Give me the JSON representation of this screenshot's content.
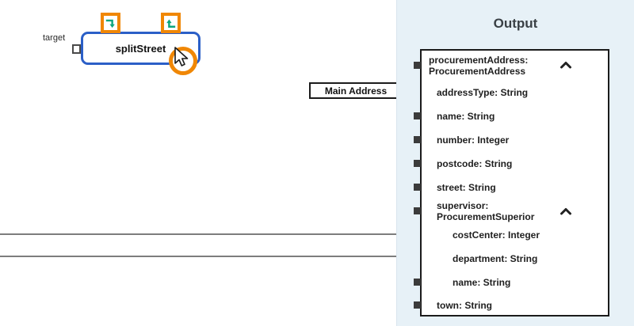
{
  "colors": {
    "panel_bg": "#E7F1F7",
    "node_border_blue": "#2B5FC7",
    "accent_orange": "#F08705",
    "accent_green": "#0BA57D",
    "connector_gray": "#7D7D7D",
    "box_border": "#1B1B1B"
  },
  "canvas": {
    "target_label": "target",
    "node": {
      "label": "splitStreet",
      "icons": [
        {
          "name": "arrow-turn-down-icon"
        },
        {
          "name": "arrow-turn-up-icon"
        }
      ],
      "cursor": "pointer-with-orange-ring"
    }
  },
  "connector": {
    "label": "Main Address"
  },
  "output": {
    "title": "Output",
    "rows": [
      {
        "label": "procurementAddress: ProcurementAddress",
        "level": 0,
        "anchor": "square",
        "expanded": true
      },
      {
        "label": "addressType: String",
        "level": 1,
        "anchor": "arrow"
      },
      {
        "label": "name: String",
        "level": 1,
        "anchor": "square"
      },
      {
        "label": "number: Integer",
        "level": 1,
        "anchor": "square"
      },
      {
        "label": "postcode: String",
        "level": 1,
        "anchor": "square"
      },
      {
        "label": "street: String",
        "level": 1,
        "anchor": "square"
      },
      {
        "label": "supervisor: ProcurementSuperior",
        "level": 1,
        "anchor": "square",
        "expanded": true
      },
      {
        "label": "costCenter: Integer",
        "level": 2,
        "anchor": "arrow"
      },
      {
        "label": "department: String",
        "level": 2,
        "anchor": "arrow"
      },
      {
        "label": "name: String",
        "level": 2,
        "anchor": "square"
      },
      {
        "label": "town: String",
        "level": 1,
        "anchor": "square"
      }
    ]
  }
}
